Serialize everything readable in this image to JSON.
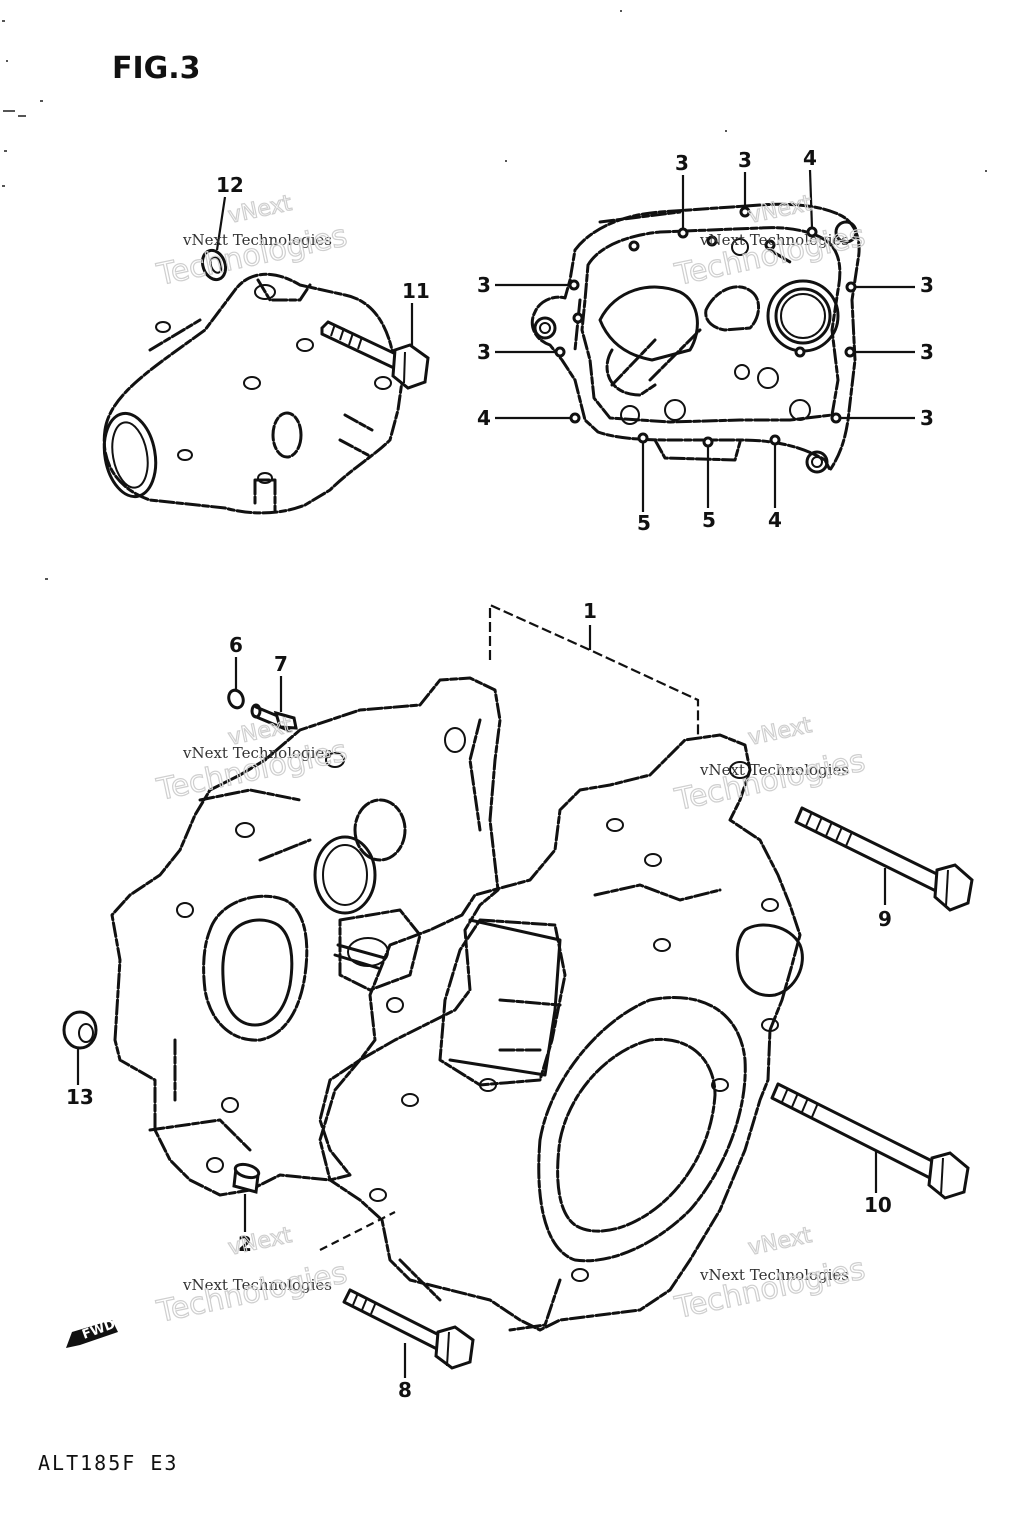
{
  "figure": {
    "title": "FIG.3",
    "code": "ALT185F E3",
    "fwd_mark": "FWD"
  },
  "watermark": {
    "line1": "vNext",
    "line2": "vNext Technologies",
    "line3": "Technologies"
  },
  "callouts": {
    "c1": "1",
    "c2": "2",
    "c3": "3",
    "c4": "4",
    "c5": "5",
    "c6": "6",
    "c7": "7",
    "c8": "8",
    "c9": "9",
    "c10": "10",
    "c11": "11",
    "c12": "12",
    "c13": "13"
  }
}
